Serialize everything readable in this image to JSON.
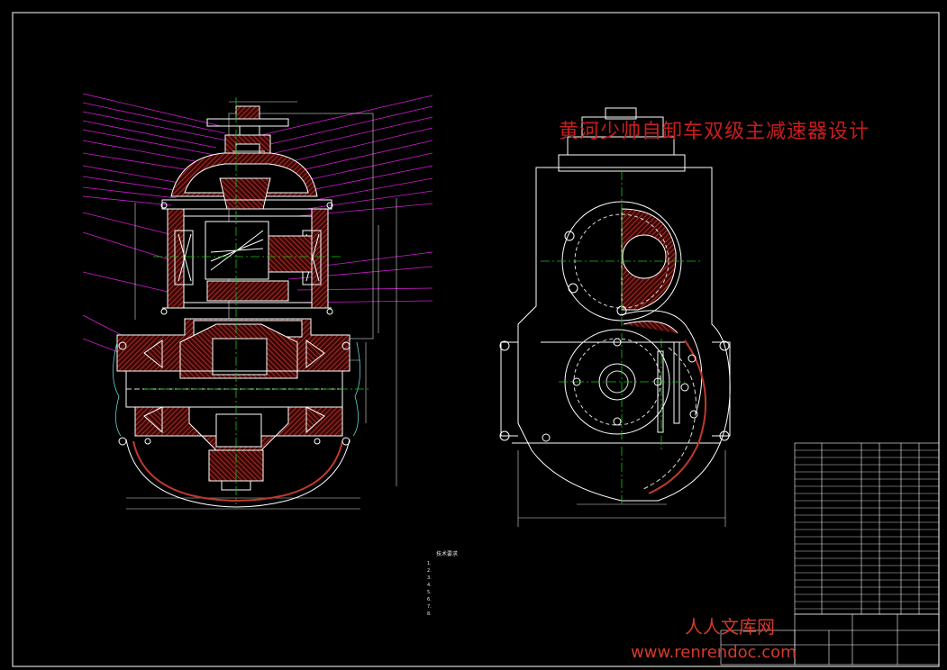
{
  "title": "黄河少帅自卸车双级主减速器设计",
  "watermark": {
    "site_name": "人人文库网",
    "url": "www.renrendoc.com"
  },
  "notes": {
    "heading": "技术要求",
    "items": [
      "1.",
      "2.",
      "3.",
      "4.",
      "5.",
      "6.",
      "7.",
      "8."
    ]
  },
  "colors": {
    "background": "#000000",
    "outline": "#ffffff",
    "hatch": "#c0392b",
    "leaders": "#d21bd2",
    "centerlines": "#19c219",
    "dimensions": "#dcdcdc",
    "title_text": "#c81e1e",
    "watermark_text": "#d43a2a"
  }
}
